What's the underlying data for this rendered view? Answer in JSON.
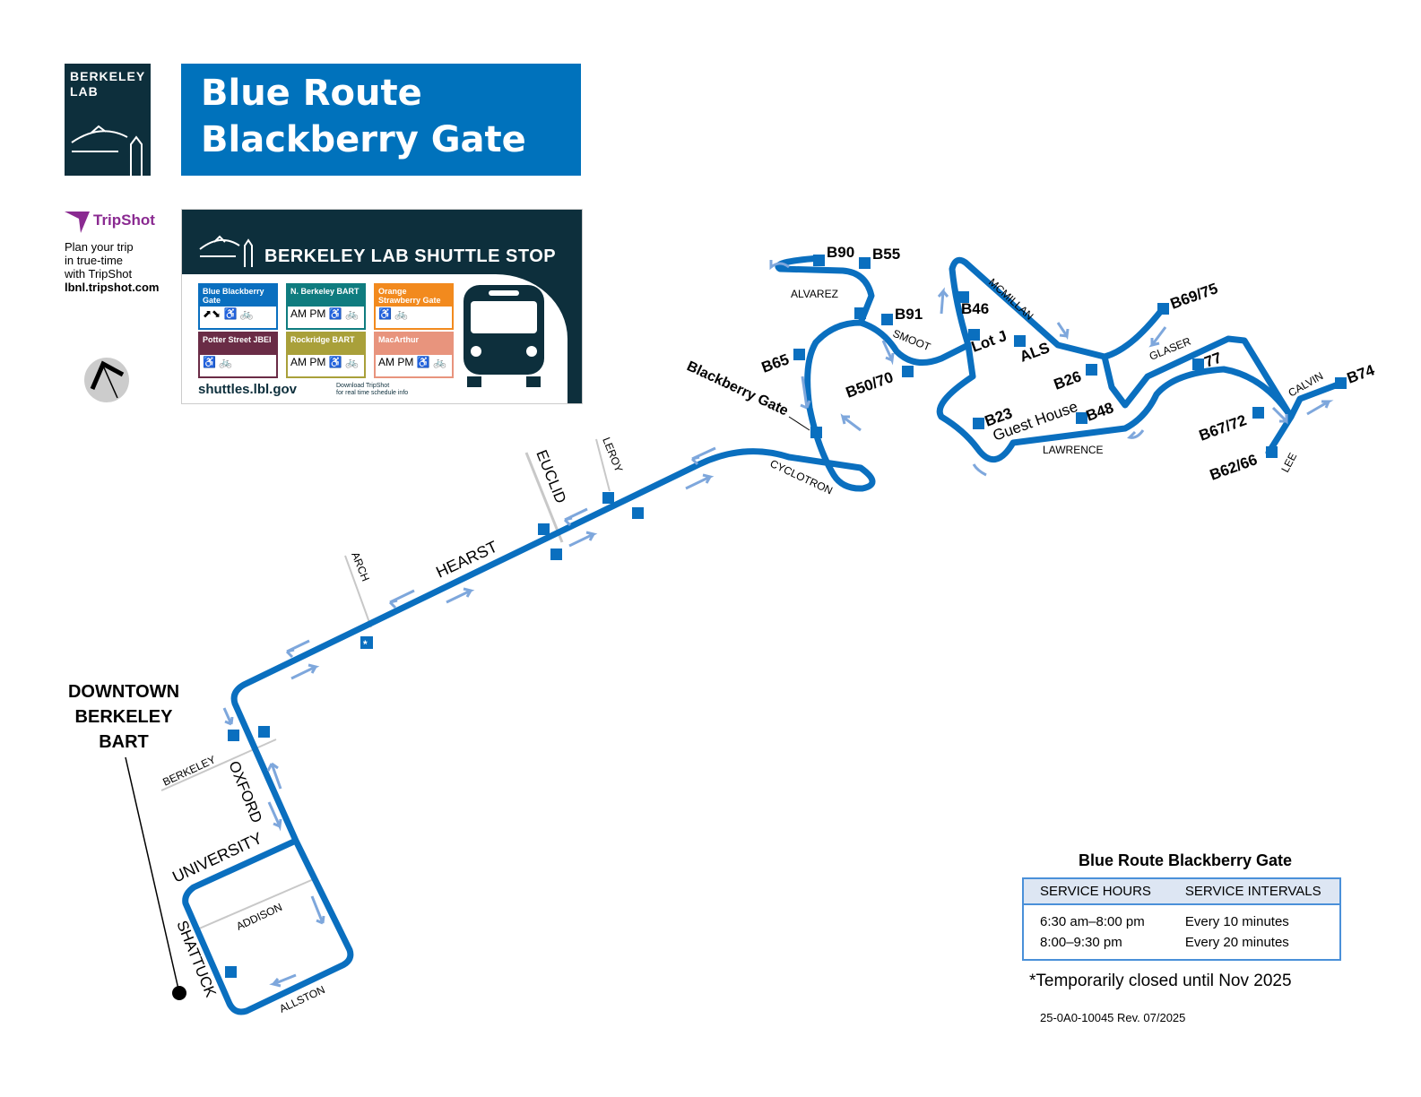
{
  "header": {
    "logo_text": "BERKELEY LAB",
    "title_line1": "Blue Route",
    "title_line2": "Blackberry Gate",
    "brand_color": "#0072bc"
  },
  "tripshot": {
    "brand": "TripShot",
    "line1": "Plan your trip",
    "line2": "in true-time",
    "line3": "with TripShot",
    "url": "lbnl.tripshot.com"
  },
  "sign": {
    "heading": "BERKELEY LAB SHUTTLE STOP",
    "routes": [
      {
        "name": "Blue Blackberry Gate",
        "color": "#0a6fbf",
        "icons": "⬈⬊ ♿ 🚲"
      },
      {
        "name": "N. Berkeley BART",
        "color": "#0f7c7f",
        "icons": "AM PM ♿ 🚲"
      },
      {
        "name": "Orange Strawberry Gate",
        "color": "#f28a1e",
        "icons": "♿ 🚲"
      },
      {
        "name": "Potter Street JBEI",
        "color": "#6a2c46",
        "icons": "♿ 🚲"
      },
      {
        "name": "Rockridge BART",
        "color": "#a9a03a",
        "icons": "AM PM ♿ 🚲"
      },
      {
        "name": "MacArthur",
        "color": "#e8947d",
        "icons": "AM PM ♿ 🚲"
      }
    ],
    "website": "shuttles.lbl.gov",
    "download_line1": "Download TripShot",
    "download_line2": "for real time schedule info"
  },
  "map": {
    "route_color": "#0a6fbf",
    "arrow_color": "#7ea7dc",
    "downtown_label": [
      "DOWNTOWN",
      "BERKELEY",
      "BART"
    ],
    "streets": {
      "hearst": "HEARST",
      "euclid": "EUCLID",
      "leroy": "LEROY",
      "arch": "ARCH",
      "oxford": "OXFORD",
      "berkeley": "BERKELEY",
      "university": "UNIVERSITY",
      "addison": "ADDISON",
      "shattuck": "SHATTUCK",
      "allston": "ALLSTON",
      "cyclotron": "CYCLOTRON",
      "alvarez": "ALVAREZ",
      "smoot": "SMOOT",
      "mcmillan": "MCMILLAN",
      "glaser": "GLASER",
      "lawrence": "LAWRENCE",
      "calvin": "CALVIN",
      "lee": "LEE"
    },
    "stops": {
      "b90": "B90",
      "b55": "B55",
      "b91": "B91",
      "b65": "B65",
      "b50_70": "B50/70",
      "b46": "B46",
      "lot_j": "Lot J",
      "als": "ALS",
      "b69_75": "B69/75",
      "b26": "B26",
      "s77": "77",
      "b23": "B23",
      "guest_house": "Guest House",
      "b48": "B48",
      "b67_72": "B67/72",
      "b62_66": "B62/66",
      "b74": "B74",
      "blackberry_gate": "Blackberry Gate",
      "closed_marker": "*"
    }
  },
  "legend": {
    "title": "Blue Route Blackberry Gate",
    "headers": [
      "SERVICE HOURS",
      "SERVICE INTERVALS"
    ],
    "rows": [
      [
        "6:30 am–8:00 pm",
        "Every 10 minutes"
      ],
      [
        "8:00–9:30 pm",
        "Every 20 minutes"
      ]
    ],
    "note": "*Temporarily closed until Nov 2025",
    "revision": "25-0A0-10045 Rev. 07/2025"
  }
}
